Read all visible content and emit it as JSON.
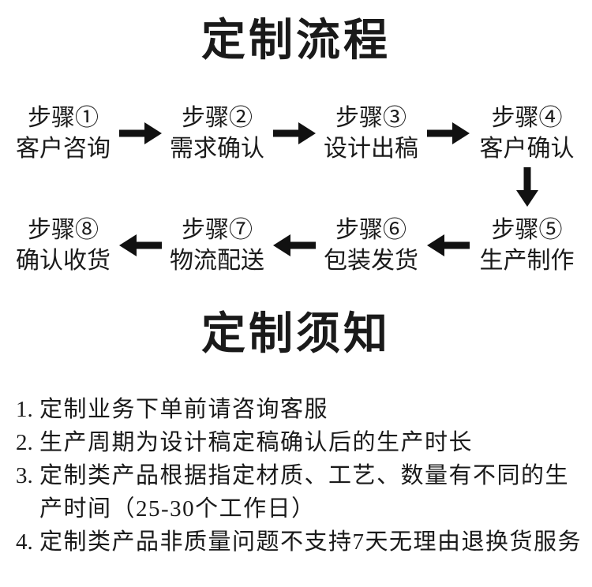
{
  "titles": {
    "flow": "定制流程",
    "notice": "定制须知"
  },
  "flow": {
    "row1": [
      {
        "step": "步骤①",
        "label": "客户咨询"
      },
      {
        "step": "步骤②",
        "label": "需求确认"
      },
      {
        "step": "步骤③",
        "label": "设计出稿"
      },
      {
        "step": "步骤④",
        "label": "客户确认"
      }
    ],
    "row2": [
      {
        "step": "步骤⑧",
        "label": "确认收货"
      },
      {
        "step": "步骤⑦",
        "label": "物流配送"
      },
      {
        "step": "步骤⑥",
        "label": "包装发货"
      },
      {
        "step": "步骤⑤",
        "label": "生产制作"
      }
    ]
  },
  "icons": {
    "arrow_right": "arrow-right-icon",
    "arrow_left": "arrow-left-icon",
    "arrow_down": "arrow-down-icon"
  },
  "notice": {
    "items": [
      {
        "num": "1.",
        "text": "定制业务下单前请咨询客服"
      },
      {
        "num": "2.",
        "text": "生产周期为设计稿定稿确认后的生产时长"
      },
      {
        "num": "3.",
        "text": "定制类产品根据指定材质、工艺、数量有不同的生产时间（25-30个工作日）"
      },
      {
        "num": "4.",
        "text": "定制类产品非质量问题不支持7天无理由退换货服务"
      }
    ]
  },
  "colors": {
    "text": "#1a1a1a",
    "arrow": "#111111",
    "background": "#ffffff"
  }
}
